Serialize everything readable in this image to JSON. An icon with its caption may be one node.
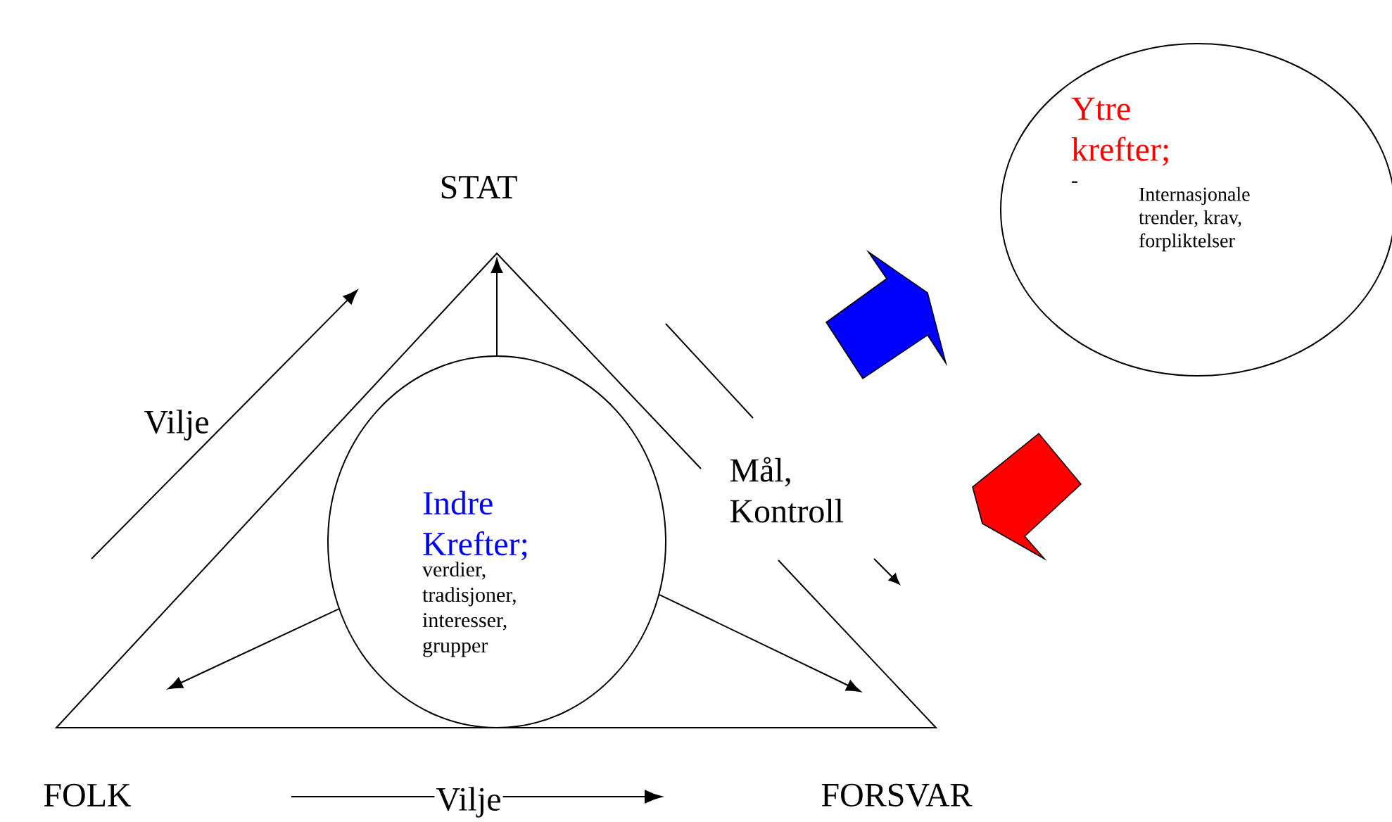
{
  "diagram": {
    "nodes": [
      {
        "text": [
          "STAT"
        ]
      },
      {
        "text": [
          "FOLK"
        ]
      },
      {
        "text": [
          "FORSVAR"
        ]
      },
      {
        "text": [
          "Indre Krefter;",
          "verdier, tradisjoner, interesser, grupper"
        ]
      },
      {
        "text": [
          "Ytre krefter;",
          "-",
          "Internasjonale trender, krav, forpliktelser"
        ]
      }
    ],
    "edges": [
      {
        "from": 3,
        "to": null,
        "arrow": "to"
      },
      {
        "from": 3,
        "to": null,
        "arrow": "to"
      },
      {
        "from": 3,
        "to": null,
        "arrow": "to"
      }
    ],
    "labels": [
      "Vilje",
      "Mål, Kontroll",
      "Vilje"
    ]
  }
}
